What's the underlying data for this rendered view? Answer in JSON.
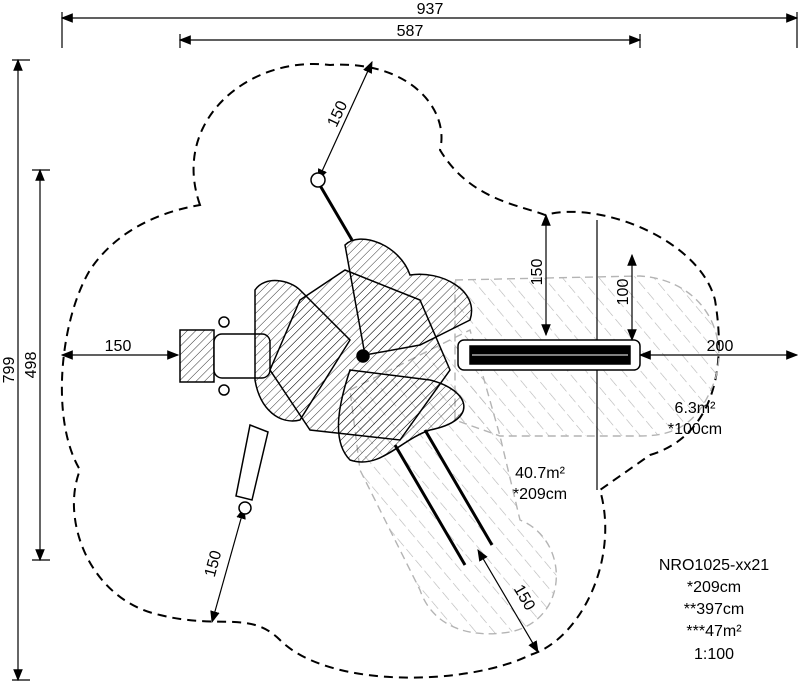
{
  "dimensions": {
    "overall_width": "937",
    "equipment_width": "587",
    "overall_height": "799",
    "equipment_height": "498",
    "clearance_left": "150",
    "clearance_right": "200",
    "clearance_slide_side": "100",
    "clearance_slide_top": "150",
    "clearance_top_left": "150",
    "clearance_bottom_left": "150",
    "clearance_bottom_right": "150"
  },
  "zones": {
    "slide_area": "6.3m²",
    "slide_height": "*100cm",
    "main_area": "40.7m²",
    "main_height": "*209cm"
  },
  "info": {
    "model": "NRO1025-xx21",
    "free_fall_height": "*209cm",
    "total_height": "**397cm",
    "total_area": "***47m²",
    "scale": "1:100"
  },
  "colors": {
    "line": "#000000",
    "zone": "#b4b4b4"
  }
}
